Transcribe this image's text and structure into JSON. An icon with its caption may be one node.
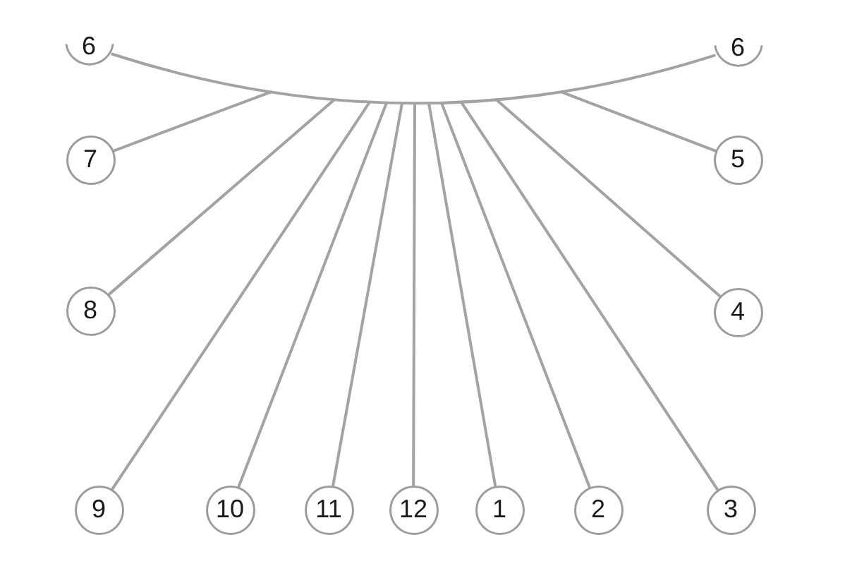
{
  "diagram": {
    "nodes": [
      {
        "text": [
          "6"
        ]
      },
      {
        "text": [
          "6"
        ]
      },
      {
        "text": [
          "7"
        ]
      },
      {
        "text": [
          "5"
        ]
      },
      {
        "text": [
          "8"
        ]
      },
      {
        "text": [
          "4"
        ]
      },
      {
        "text": [
          "9"
        ]
      },
      {
        "text": [
          "10"
        ]
      },
      {
        "text": [
          "11"
        ]
      },
      {
        "text": [
          "12"
        ]
      },
      {
        "text": [
          "1"
        ]
      },
      {
        "text": [
          "2"
        ]
      },
      {
        "text": [
          "3"
        ]
      }
    ],
    "edges": [
      {
        "from": 0,
        "to": 1,
        "arrow": "none"
      },
      {
        "from": 2,
        "to": null,
        "arrow": "none"
      },
      {
        "from": 3,
        "to": null,
        "arrow": "none"
      },
      {
        "from": 4,
        "to": null,
        "arrow": "none"
      },
      {
        "from": 5,
        "to": null,
        "arrow": "none"
      },
      {
        "from": 6,
        "to": null,
        "arrow": "none"
      },
      {
        "from": 7,
        "to": null,
        "arrow": "none"
      },
      {
        "from": 8,
        "to": null,
        "arrow": "none"
      },
      {
        "from": 9,
        "to": null,
        "arrow": "none"
      },
      {
        "from": 10,
        "to": null,
        "arrow": "none"
      },
      {
        "from": 11,
        "to": null,
        "arrow": "none"
      },
      {
        "from": 12,
        "to": null,
        "arrow": "none"
      }
    ]
  }
}
